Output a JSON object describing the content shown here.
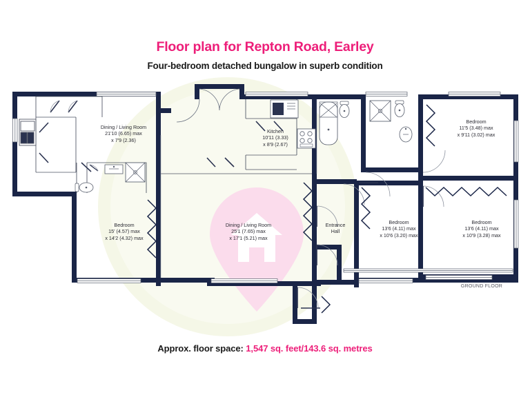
{
  "header": {
    "title": "Floor plan for Repton Road, Earley",
    "subtitle": "Four-bedroom detached bungalow in superb condition"
  },
  "footer": {
    "label": "Approx. floor space:",
    "value": "1,547 sq. feet/143.6 sq. metres"
  },
  "plan": {
    "floor_label": "GROUND FLOOR",
    "rooms": [
      {
        "id": "dining-living-upper-left",
        "name": "Dining / Living Room",
        "dim_1": "21'10 (6.65) max",
        "dim_2": "x 7'9 (2.36)"
      },
      {
        "id": "kitchen",
        "name": "Kitchen",
        "dim_1": "10'11 (3.33)",
        "dim_2": "x 8'9 (2.67)"
      },
      {
        "id": "bedroom-top-right",
        "name": "Bedroom",
        "dim_1": "11'5 (3.48) max",
        "dim_2": "x 9'11 (3.02) max"
      },
      {
        "id": "bedroom-left",
        "name": "Bedroom",
        "dim_1": "15' (4.57) max",
        "dim_2": "x 14'2 (4.32) max"
      },
      {
        "id": "dining-living-centre",
        "name": "Dining / Living Room",
        "dim_1": "25'1 (7.65) max",
        "dim_2": "x 17'1 (5.21) max"
      },
      {
        "id": "entrance-hall",
        "name": "Entrance",
        "dim_1": "Hall",
        "dim_2": ""
      },
      {
        "id": "bedroom-middle-right",
        "name": "Bedroom",
        "dim_1": "13'6 (4.11) max",
        "dim_2": "x 10'6 (3.20) max"
      },
      {
        "id": "bedroom-far-right",
        "name": "Bedroom",
        "dim_1": "13'6 (4.11) max",
        "dim_2": "x 10'9 (3.28) max"
      }
    ]
  },
  "colors": {
    "accent_pink": "#ed1e79",
    "wall_navy": "#1a2547",
    "text_dark": "#1a1a1a",
    "label_grey": "#2b2b33",
    "watermark_green": "#f4f6e4",
    "watermark_pink": "#f9dcea"
  }
}
